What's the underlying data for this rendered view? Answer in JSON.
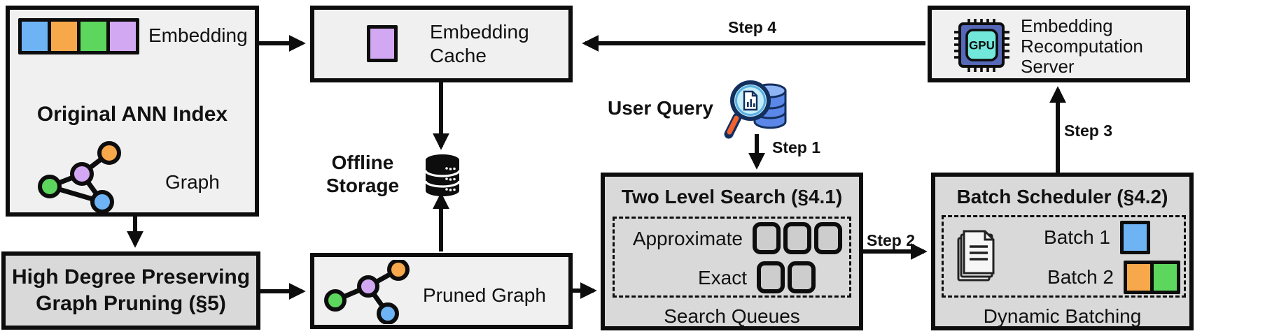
{
  "ann": {
    "embedding_label": "Embedding",
    "title": "Original ANN Index",
    "graph_label": "Graph"
  },
  "cache": {
    "label": "Embedding\nCache"
  },
  "offline": {
    "label": "Offline\nStorage"
  },
  "high_degree": {
    "label": "High Degree Preserving\nGraph Pruning (§5)"
  },
  "pruned": {
    "label": "Pruned Graph"
  },
  "user_query": {
    "label": "User Query"
  },
  "two_level": {
    "title": "Two Level Search (§4.1)",
    "approximate_label": "Approximate",
    "exact_label": "Exact",
    "footer": "Search Queues"
  },
  "batch": {
    "title": "Batch Scheduler (§4.2)",
    "batch1_label": "Batch 1",
    "batch2_label": "Batch 2",
    "footer": "Dynamic Batching"
  },
  "recompute": {
    "label": "Embedding\nRecomputation\nServer"
  },
  "gpu": {
    "text": "GPU"
  },
  "steps": {
    "s1": "Step 1",
    "s2": "Step 2",
    "s3": "Step 3",
    "s4": "Step 4"
  },
  "colors": {
    "blue": "#6EB4F5",
    "orange": "#F7A84B",
    "green": "#5CD65C",
    "purple": "#D3A8F3",
    "box_light": "#F0F0F0",
    "box_dark": "#D9D9D9",
    "outline": "#111111"
  }
}
